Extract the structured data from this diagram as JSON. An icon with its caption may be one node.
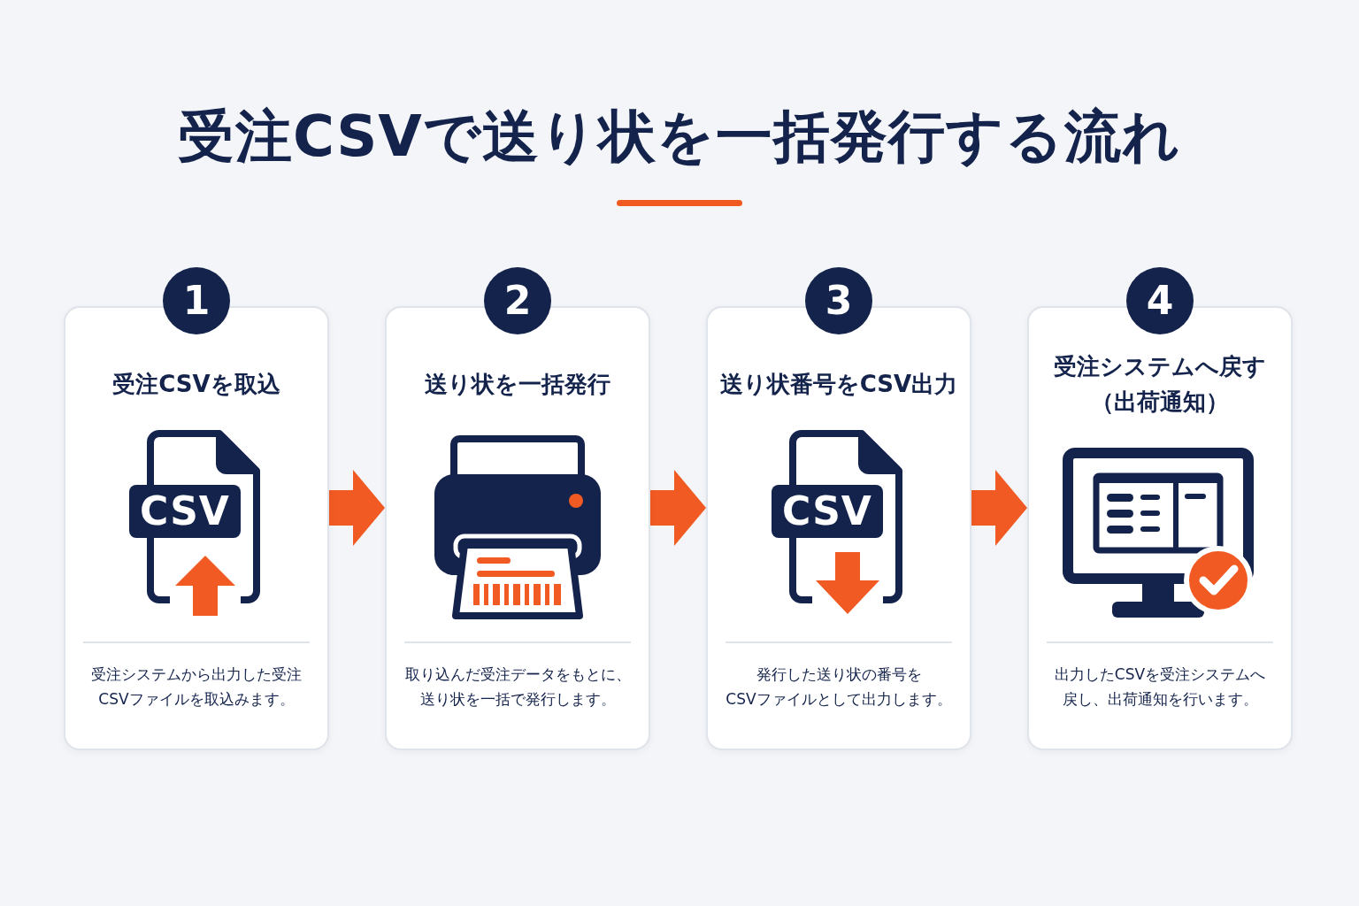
{
  "diagram": {
    "title": "受注CSVで送り状を一括発行する流れ",
    "nodes": [
      {
        "text": [
          "1",
          "受注CSVを取込",
          "CSV",
          "受注システムから出力した受注CSVファイルを取込みます。"
        ]
      },
      {
        "text": [
          "2",
          "送り状を一括発行",
          "取り込んだ受注データをもとに、送り状を一括で発行します。"
        ]
      },
      {
        "text": [
          "3",
          "送り状番号をCSV出力",
          "CSV",
          "発行した送り状の番号をCSVファイルとして出力します。"
        ]
      },
      {
        "text": [
          "4",
          "受注システムへ戻す（出荷通知）",
          "出力したCSVを受注システムへ戻し、出荷通知を行います。"
        ]
      }
    ],
    "edges": [
      {
        "from": 0,
        "to": 1,
        "arrow": "to"
      },
      {
        "from": 1,
        "to": 2,
        "arrow": "to"
      },
      {
        "from": 2,
        "to": 3,
        "arrow": "to"
      }
    ]
  }
}
